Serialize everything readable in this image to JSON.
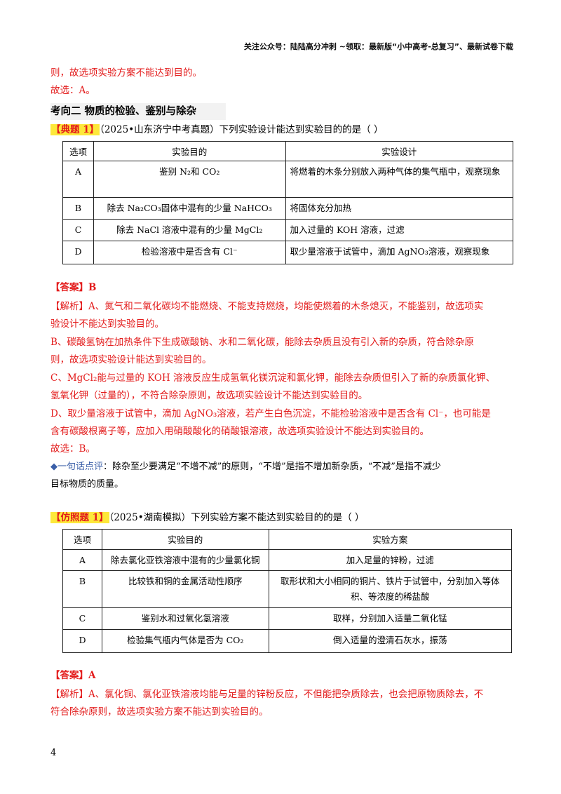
{
  "header": {
    "text": "关注公众号：陆陆高分冲刺 ~领取：最新版“小中高考-总复习”、最新试卷下载"
  },
  "top": {
    "line1": "则，故选项实验方案不能达到目的。",
    "line2": "故选：A。"
  },
  "section_title": "考向二  物质的检验、鉴别与除杂",
  "example1": {
    "tag": "【典题 1】",
    "question": "（2025•山东济宁中考真题）下列实验设计能达到实验目的的是（      ）",
    "headers": [
      "选项",
      "实验目的",
      "实验设计"
    ],
    "rows": [
      {
        "opt": "A",
        "goal": "鉴别 N₂和 CO₂",
        "design": "将燃着的木条分别放入两种气体的集气瓶中，观察现象"
      },
      {
        "opt": "B",
        "goal": "除去 Na₂CO₃固体中混有的少量 NaHCO₃",
        "design": "将固体充分加热"
      },
      {
        "opt": "C",
        "goal": "除去 NaCl 溶液中混有的少量 MgCl₂",
        "design": "加入过量的 KOH 溶液，过滤"
      },
      {
        "opt": "D",
        "goal": "检验溶液中是否含有 Cl⁻",
        "design": "取少量溶液于试管中，滴加 AgNO₃溶液，观察现象"
      }
    ],
    "answer": "【答案】B",
    "analysis": [
      "【解析】A、氮气和二氧化碳均不能燃烧、不能支持燃烧，均能使燃着的木条熄灭，不能鉴别，故选项实",
      "验设计不能达到实验目的。",
      "B、碳酸氢钠在加热条件下生成碳酸钠、水和二氧化碳，能除去杂质且没有引入新的杂质，符合除杂原",
      "则，故选项实验设计能达到实验目的。",
      "C、MgCl₂能与过量的 KOH 溶液反应生成氢氧化镁沉淀和氯化钾，能除去杂质但引入了新的杂质氯化钾、",
      "氢氧化钾（过量的），不符合除杂原则，故选项实验设计不能达到实验目的。",
      "D、取少量溶液于试管中，滴加 AgNO₃溶液，若产生白色沉淀，不能检验溶液中是否含有 Cl⁻，也可能是",
      "含有碳酸根离子等，应加入用硝酸酸化的硝酸银溶液，故选项实验设计不能达到实验目的。"
    ],
    "choice": "故选：B。",
    "tip_label": "◆一句话点评",
    "tip_line1": "：除杂至少要满足“不增不减”的原则，“不增”是指不增加新杂质，“不减”是指不减少",
    "tip_line2": "目标物质的质量。"
  },
  "example2": {
    "tag": "【仿照题 1】",
    "question": "（2025•湖南模拟）下列实验方案不能达到实验目的的是（      ）",
    "headers": [
      "选项",
      "实验目的",
      "实验方案"
    ],
    "rows": [
      {
        "opt": "A",
        "goal": "除去氯化亚铁溶液中混有的少量氯化铜",
        "design": "加入足量的锌粉，过滤"
      },
      {
        "opt": "B",
        "goal": "比较铁和铜的金属活动性顺序",
        "design": "取形状和大小相同的铜片、铁片于试管中，分别加入等体积、等浓度的稀盐酸"
      },
      {
        "opt": "C",
        "goal": "鉴别水和过氧化氢溶液",
        "design": "取样，分别加入适量二氧化锰"
      },
      {
        "opt": "D",
        "goal": "检验集气瓶内气体是否为 CO₂",
        "design": "倒入适量的澄清石灰水，振荡"
      }
    ],
    "answer": "【答案】A",
    "analysis": [
      "【解析】A、氯化铜、氯化亚铁溶液均能与足量的锌粉反应，不但能把杂质除去，也会把原物质除去，不",
      "符合除杂原则，故选项实验方案不能达到实验目的。"
    ]
  },
  "page_number": "4"
}
